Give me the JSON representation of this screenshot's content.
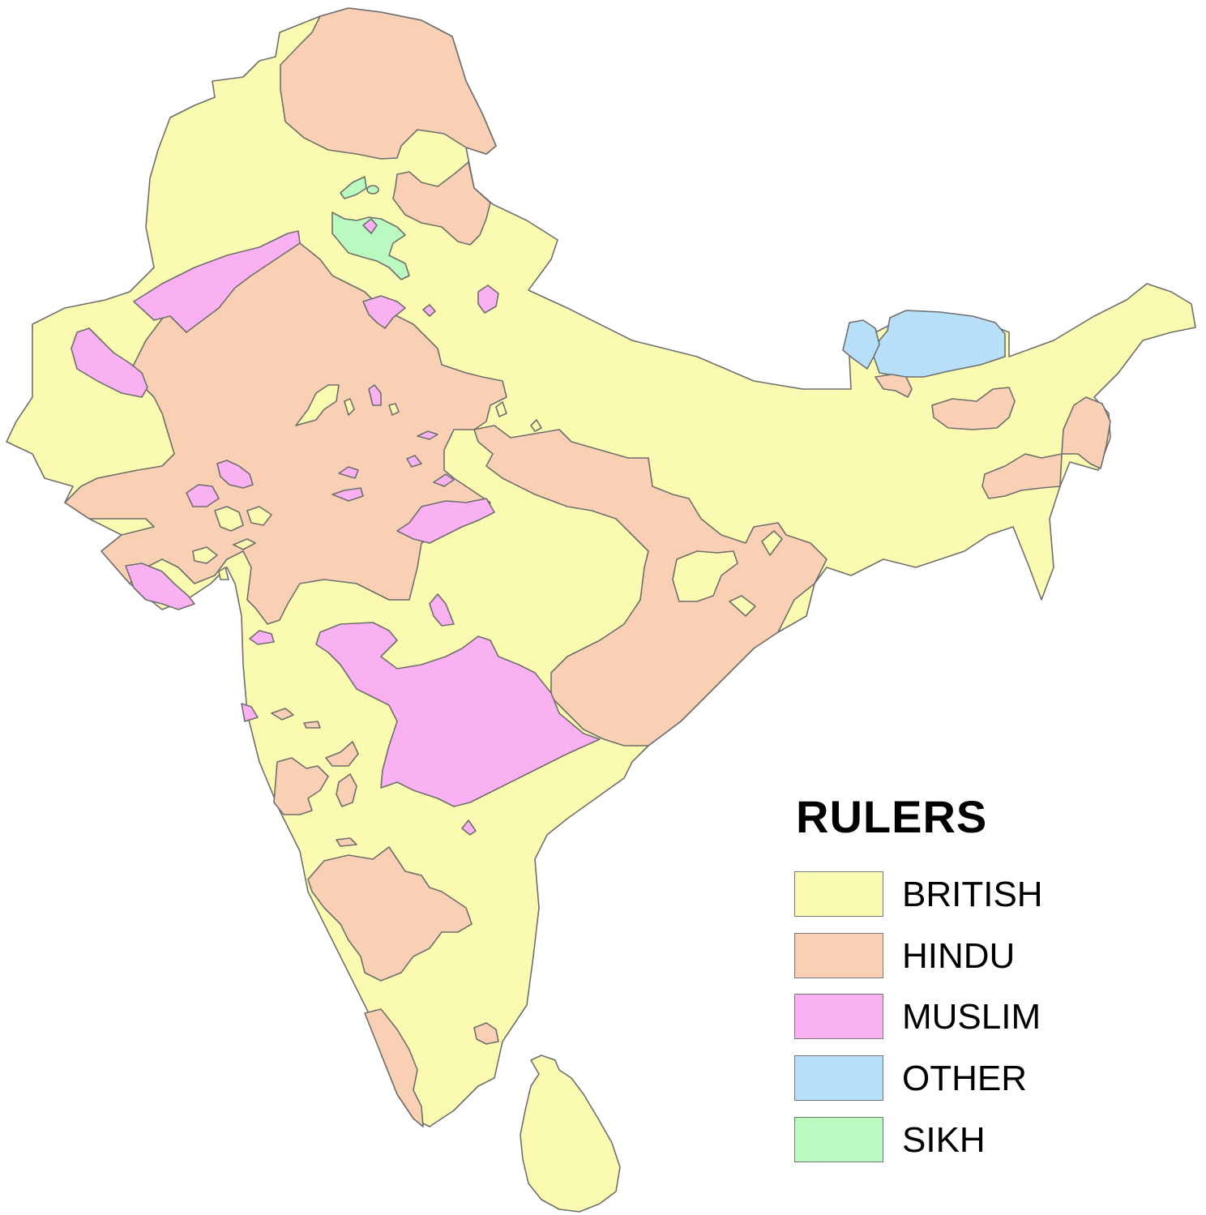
{
  "legend": {
    "title": "RULERS",
    "items": [
      {
        "label": "BRITISH",
        "color": "#fafbb0"
      },
      {
        "label": "HINDU",
        "color": "#f9d0b3"
      },
      {
        "label": "MUSLIM",
        "color": "#f9b1f2"
      },
      {
        "label": "OTHER",
        "color": "#b8dff9"
      },
      {
        "label": "SIKH",
        "color": "#baf9bf"
      }
    ]
  },
  "colors": {
    "background": "#ffffff",
    "border": "#6e6e6e"
  }
}
